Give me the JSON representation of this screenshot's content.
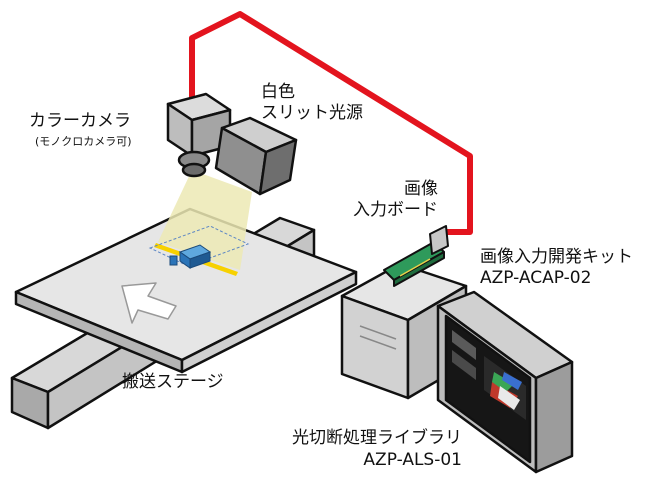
{
  "labels": {
    "color_camera": "カラーカメラ",
    "mono_camera_ok": "(モノクロカメラ可)",
    "white_light_line1": "白色",
    "white_light_line2": "スリット光源",
    "capture_board_line1": "画像",
    "capture_board_line2": "入力ボード",
    "dev_kit_name": "画像入力開発キット",
    "dev_kit_model": "AZP-ACAP-02",
    "transfer_stage": "搬送ステージ",
    "library_name": "光切断処理ライブラリ",
    "library_model": "AZP-ALS-01"
  },
  "colors": {
    "cable": "#e3141e",
    "light_beam": "#ece9b4",
    "board": "#2e9a5b",
    "slit_line": "#f7d100",
    "object": "#2b74b8"
  }
}
